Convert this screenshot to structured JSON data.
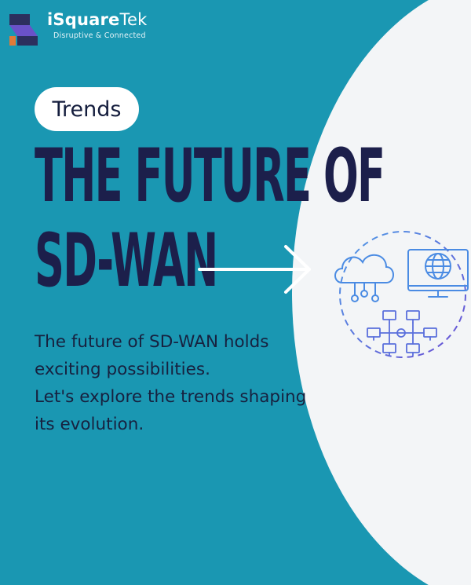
{
  "logo": {
    "brand_bold": "iSquare",
    "brand_light": "Tek",
    "tagline": "Disruptive & Connected"
  },
  "tag": "Trends",
  "title": {
    "line1": "THE FUTURE OF",
    "line2": "SD-WAN"
  },
  "description": {
    "line1": "The future of SD-WAN holds",
    "line2": "exciting possibilities.",
    "line3": "Let's explore the trends shaping",
    "line4": "its evolution."
  },
  "icons": {
    "logo": "isquaretek-logo-mark",
    "arrow": "right-arrow-icon",
    "network": "cloud-globe-network-icon"
  },
  "colors": {
    "background": "#1a97b2",
    "circle": "#f3f5f7",
    "title": "#1c1f4b",
    "icon_blue": "#4a8be3",
    "icon_purple": "#6a56d6"
  }
}
